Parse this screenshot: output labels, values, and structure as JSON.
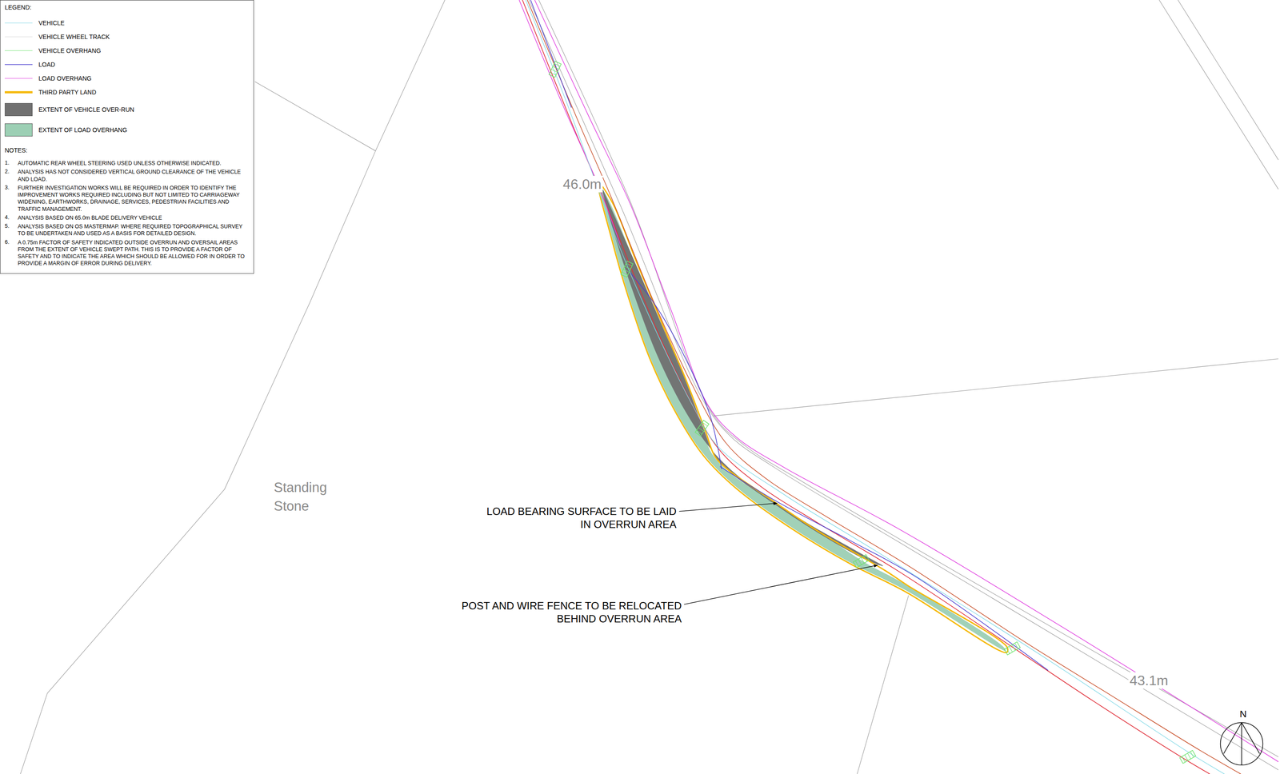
{
  "diagram": {
    "labels": [
      "LEGEND:",
      "NOTES:",
      "1.",
      "AUTOMATIC REAR WHEEL STEERING USED UNLESS OTHERWISE INDICATED.",
      "2.",
      "ANALYSIS HAS NOT CONSIDERED VERTICAL GROUND CLEARANCE OF THE VEHICLE AND LOAD.",
      "3.",
      "FURTHER INVESTIGATION WORKS WILL BE REQUIRED IN ORDER TO IDENTIFY THE IMPROVEMENT WORKS REQUIRED INCLUDING BUT NOT LIMITED TO CARRIAGEWAY WIDENING, EARTHWORKS, DRAINAGE, SERVICES, PEDESTRIAN FACILITIES AND TRAFFIC MANAGEMENT.",
      "4.",
      "ANALYSIS BASED ON 65.0m BLADE DELIVERY VEHICLE",
      "5.",
      "ANALYSIS BASED ON OS MASTERMAP. WHERE REQUIRED TOPOGRAPHICAL SURVEY TO BE UNDERTAKEN AND USED AS A BASIS FOR DETAILED DESIGN.",
      "6.",
      "A 0.75m FACTOR OF SAFETY INDICATED OUTSIDE OVERRUN AND OVERSAIL AREAS FROM THE EXTENT OF VEHICLE SWEPT PATH. THIS IS TO PROVIDE A FACTOR OF SAFETY AND TO INDICATE THE AREA WHICH SHOULD BE ALLOWED FOR IN ORDER TO PROVIDE A MARGIN OF ERROR DURING DELIVERY.",
      "46.0m",
      "Standing Stone",
      "LOAD BEARING SURFACE TO BE LAID IN OVERRUN AREA",
      "POST AND WIRE FENCE TO BE RELOCATED BEHIND OVERRUN AREA",
      "43.1m",
      "N"
    ],
    "legend": [
      {
        "text": "VEHICLE"
      },
      {
        "text": "VEHICLE WHEEL TRACK"
      },
      {
        "text": "VEHICLE OVERHANG"
      },
      {
        "text": "LOAD"
      },
      {
        "text": "LOAD OVERHANG"
      },
      {
        "text": "THIRD PARTY LAND"
      },
      {
        "text": "EXTENT OF VEHICLE OVER-RUN",
        "color": "#707070"
      },
      {
        "text": "EXTENT OF LOAD OVERHANG",
        "color": "#9ccfb4"
      }
    ]
  }
}
